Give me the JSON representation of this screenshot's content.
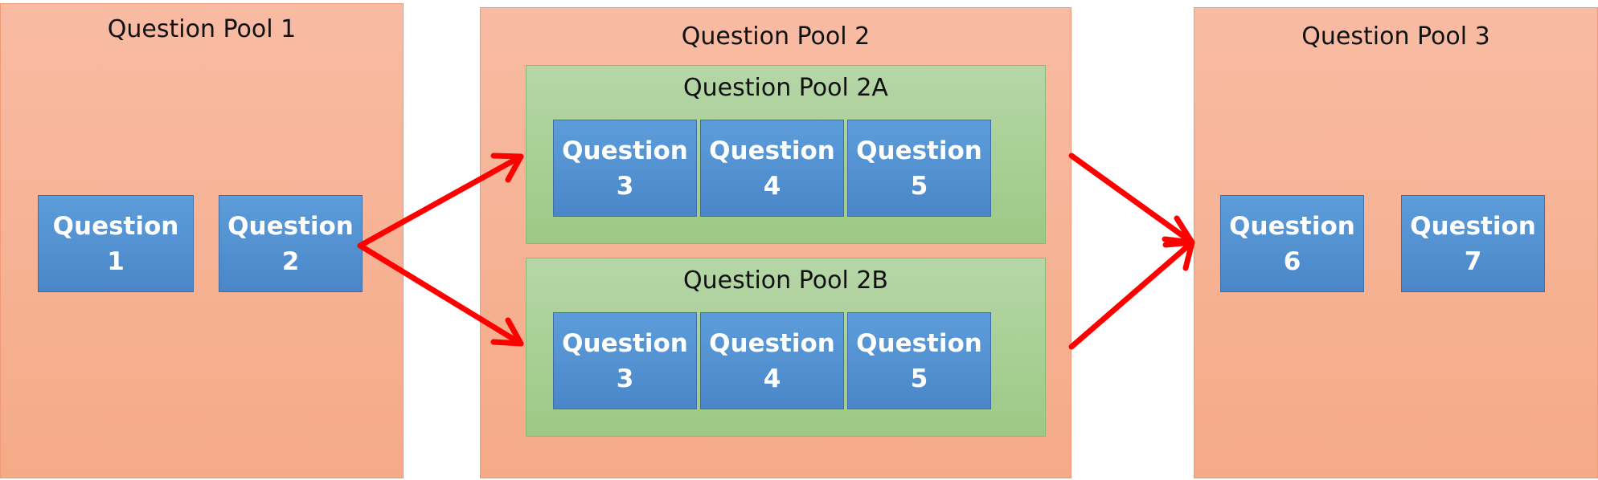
{
  "colors": {
    "pool_fill": "#f6b296",
    "subpool_fill": "#a9cf96",
    "question_fill": "#5591d2",
    "arrow": "#ff0000"
  },
  "pools": {
    "pool1": {
      "title": "Question Pool 1",
      "questions": [
        {
          "word": "Question",
          "number": "1"
        },
        {
          "word": "Question",
          "number": "2"
        }
      ]
    },
    "pool2": {
      "title": "Question Pool 2",
      "sub_a": {
        "title": "Question Pool 2A",
        "questions": [
          {
            "word": "Question",
            "number": "3"
          },
          {
            "word": "Question",
            "number": "4"
          },
          {
            "word": "Question",
            "number": "5"
          }
        ]
      },
      "sub_b": {
        "title": "Question Pool 2B",
        "questions": [
          {
            "word": "Question",
            "number": "3"
          },
          {
            "word": "Question",
            "number": "4"
          },
          {
            "word": "Question",
            "number": "5"
          }
        ]
      }
    },
    "pool3": {
      "title": "Question Pool 3",
      "questions": [
        {
          "word": "Question",
          "number": "6"
        },
        {
          "word": "Question",
          "number": "7"
        }
      ]
    }
  }
}
